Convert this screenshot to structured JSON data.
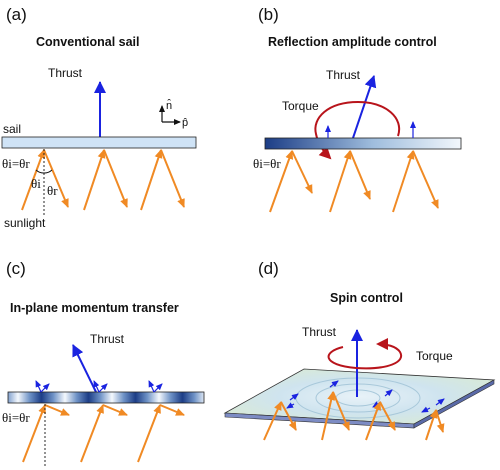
{
  "panels": {
    "a": {
      "label": "(a)",
      "title": "Conventional sail",
      "thrust": "Thrust",
      "sail": "sail",
      "angle_rule": "θi=θr",
      "theta_i": "θi",
      "theta_r": "θr",
      "sunlight": "sunlight",
      "n_hat": "n̂",
      "p_hat": "p̂"
    },
    "b": {
      "label": "(b)",
      "title": "Reflection amplitude control",
      "thrust": "Thrust",
      "torque": "Torque",
      "angle_rule": "θi=θr"
    },
    "c": {
      "label": "(c)",
      "title": "In-plane momentum transfer",
      "thrust": "Thrust",
      "angle_rule": "θi=θr"
    },
    "d": {
      "label": "(d)",
      "title": "Spin control",
      "thrust": "Thrust",
      "torque": "Torque"
    }
  },
  "colors": {
    "sunlight_ray": "#f08a24",
    "thrust_arrow": "#1a23e0",
    "torque_arrow": "#b8141b",
    "sail_fill": "#cfe3f6",
    "gradient_dark": "#1c3d86"
  }
}
